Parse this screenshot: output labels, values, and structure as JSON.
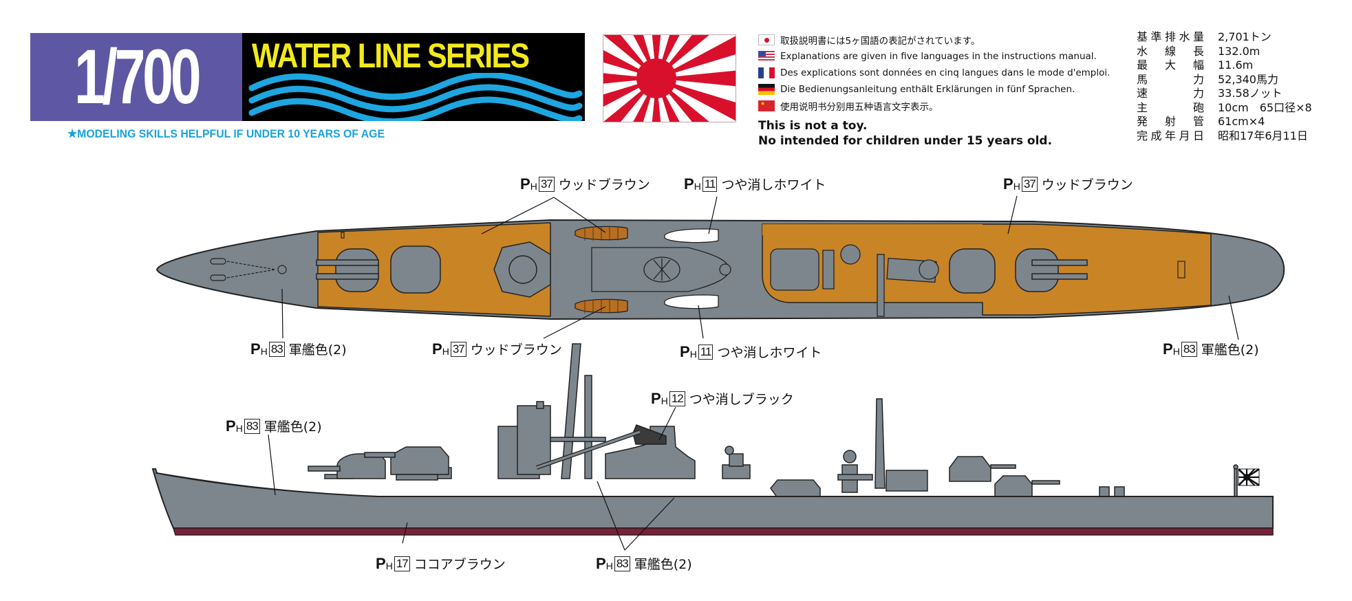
{
  "header": {
    "scale": "1/700",
    "series_title": "WATER LINE SERIES",
    "skills_note": "★MODELING SKILLS HELPFUL IF UNDER 10 YEARS OF AGE",
    "colors": {
      "scale_bg": "#5e57a3",
      "series_bg": "#000000",
      "series_text": "#f2ea1b",
      "waves": "#1ea6e0",
      "skills_text": "#1aa2dc"
    }
  },
  "ensign": {
    "name": "rising-sun-ensign",
    "colors": {
      "red": "#d8102c",
      "white": "#ffffff"
    }
  },
  "language_notes": [
    {
      "flag": "japan-flag-icon",
      "text": "取扱説明書には5ヶ国語の表記がされています。"
    },
    {
      "flag": "usa-flag-icon",
      "text": "Explanations are given in five languages in the instructions manual."
    },
    {
      "flag": "france-flag-icon",
      "text": "Des explications sont données en cinq langues dans le mode d'emploi."
    },
    {
      "flag": "germany-flag-icon",
      "text": "Die Bedienungsanleitung enthält Erklärungen in fünf Sprachen."
    },
    {
      "flag": "china-flag-icon",
      "text": "使用说明书分别用五种语言文字表示。"
    }
  ],
  "warnings": [
    "This is not a toy.",
    "No intended for children under 15 years old."
  ],
  "specs": [
    {
      "label": "基準排水量",
      "value": "2,701トン"
    },
    {
      "label": "水線長",
      "value": "132.0m"
    },
    {
      "label": "最大幅",
      "value": "11.6m"
    },
    {
      "label": "馬力",
      "value": "52,340馬力"
    },
    {
      "label": "速力",
      "value": "33.58ノット"
    },
    {
      "label": "主砲",
      "value": "10cm　65口径×8"
    },
    {
      "label": "発射管",
      "value": "61cm×4"
    },
    {
      "label": "完成年月日",
      "value": "昭和17年6月11日"
    }
  ],
  "paint_prefix": {
    "p": "P",
    "h": "H"
  },
  "top_view_callouts": [
    {
      "code": "37",
      "name": "ウッドブラウン"
    },
    {
      "code": "11",
      "name": "つや消しホワイト"
    },
    {
      "code": "37",
      "name": "ウッドブラウン"
    },
    {
      "code": "83",
      "name": "軍艦色(2)"
    },
    {
      "code": "37",
      "name": "ウッドブラウン"
    },
    {
      "code": "11",
      "name": "つや消しホワイト"
    },
    {
      "code": "83",
      "name": "軍艦色(2)"
    }
  ],
  "side_view_callouts": [
    {
      "code": "12",
      "name": "つや消しブラック"
    },
    {
      "code": "83",
      "name": "軍艦色(2)"
    },
    {
      "code": "17",
      "name": "ココアブラウン"
    },
    {
      "code": "83",
      "name": "軍艦色(2)"
    }
  ],
  "paint_colors": {
    "warship_gray": "#7d868d",
    "wood_brown": "#c98426",
    "flat_white": "#ffffff",
    "flat_black": "#3b3b3b",
    "cocoa_brown": "#7c1f3a"
  }
}
